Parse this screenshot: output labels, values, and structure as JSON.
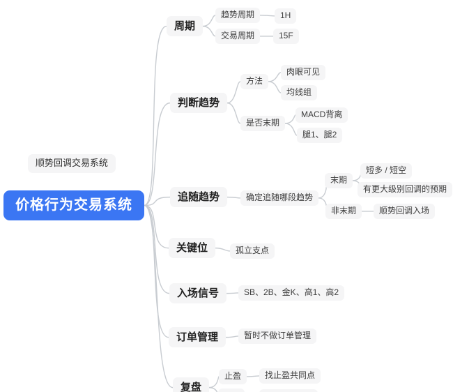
{
  "colors": {
    "root_bg": "#3b76f3",
    "root_text": "#ffffff",
    "node_bg": "#f5f5f6",
    "node_text": "#3d3d3d",
    "connector": "#c8ccd1"
  },
  "nodes": {
    "root": {
      "label": "价格行为交易系统"
    },
    "floating_topic": {
      "label": "顺势回调交易系统"
    },
    "cycle": {
      "label": "周期"
    },
    "trend_cycle": {
      "label": "趋势周期"
    },
    "h1": {
      "label": "1H"
    },
    "trade_cycle": {
      "label": "交易周期"
    },
    "f15": {
      "label": "15F"
    },
    "judge_trend": {
      "label": "判断趋势"
    },
    "method": {
      "label": "方法"
    },
    "visible_eye": {
      "label": "肉眼可见"
    },
    "ma_group": {
      "label": "均线组"
    },
    "is_late_stage": {
      "label": "是否末期"
    },
    "macd_divergence": {
      "label": "MACD背离"
    },
    "leg1_leg2": {
      "label": "腿1、腿2"
    },
    "follow_trend": {
      "label": "追随趋势"
    },
    "which_trend": {
      "label": "确定追随哪段趋势"
    },
    "late_stage": {
      "label": "末期"
    },
    "short_long_short": {
      "label": "短多 / 短空"
    },
    "bigger_pullback": {
      "label": "有更大级别回调的预期"
    },
    "not_late_stage": {
      "label": "非末期"
    },
    "pullback_entry": {
      "label": "顺势回调入场"
    },
    "key_level": {
      "label": "关键位"
    },
    "isolated_pivot": {
      "label": "孤立支点"
    },
    "entry_signal": {
      "label": "入场信号"
    },
    "signal_list": {
      "label": "SB、2B、金K、高1、高2"
    },
    "order_mgmt": {
      "label": "订单管理"
    },
    "no_order_mgmt": {
      "label": "暂时不做订单管理"
    },
    "review": {
      "label": "复盘"
    },
    "take_profit": {
      "label": "止盈"
    },
    "tp_common": {
      "label": "找止盈共同点"
    },
    "cutoff_1": {
      "label": ""
    },
    "cutoff_2": {
      "label": ""
    }
  },
  "edges": [
    {
      "from": "root",
      "to": "cycle",
      "type": "root"
    },
    {
      "from": "root",
      "to": "judge_trend",
      "type": "root"
    },
    {
      "from": "root",
      "to": "follow_trend",
      "type": "root"
    },
    {
      "from": "root",
      "to": "key_level",
      "type": "root"
    },
    {
      "from": "root",
      "to": "entry_signal",
      "type": "root"
    },
    {
      "from": "root",
      "to": "order_mgmt",
      "type": "root"
    },
    {
      "from": "root",
      "to": "review",
      "type": "root"
    },
    {
      "from": "cycle",
      "to": "trend_cycle",
      "type": "elbow"
    },
    {
      "from": "cycle",
      "to": "trade_cycle",
      "type": "elbow"
    },
    {
      "from": "trend_cycle",
      "to": "h1",
      "type": "elbow"
    },
    {
      "from": "trade_cycle",
      "to": "f15",
      "type": "elbow"
    },
    {
      "from": "judge_trend",
      "to": "method",
      "type": "elbow"
    },
    {
      "from": "judge_trend",
      "to": "is_late_stage",
      "type": "elbow"
    },
    {
      "from": "method",
      "to": "visible_eye",
      "type": "elbow"
    },
    {
      "from": "method",
      "to": "ma_group",
      "type": "elbow"
    },
    {
      "from": "is_late_stage",
      "to": "macd_divergence",
      "type": "elbow"
    },
    {
      "from": "is_late_stage",
      "to": "leg1_leg2",
      "type": "elbow"
    },
    {
      "from": "follow_trend",
      "to": "which_trend",
      "type": "elbow"
    },
    {
      "from": "which_trend",
      "to": "late_stage",
      "type": "elbow"
    },
    {
      "from": "which_trend",
      "to": "not_late_stage",
      "type": "elbow"
    },
    {
      "from": "late_stage",
      "to": "short_long_short",
      "type": "elbow"
    },
    {
      "from": "late_stage",
      "to": "bigger_pullback",
      "type": "elbow"
    },
    {
      "from": "not_late_stage",
      "to": "pullback_entry",
      "type": "elbow"
    },
    {
      "from": "key_level",
      "to": "isolated_pivot",
      "type": "elbow"
    },
    {
      "from": "entry_signal",
      "to": "signal_list",
      "type": "elbow"
    },
    {
      "from": "order_mgmt",
      "to": "no_order_mgmt",
      "type": "elbow"
    },
    {
      "from": "review",
      "to": "take_profit",
      "type": "elbow"
    },
    {
      "from": "review",
      "to": "cutoff_1",
      "type": "elbow"
    },
    {
      "from": "take_profit",
      "to": "tp_common",
      "type": "elbow"
    },
    {
      "from": "cutoff_1",
      "to": "cutoff_2",
      "type": "elbow"
    }
  ]
}
